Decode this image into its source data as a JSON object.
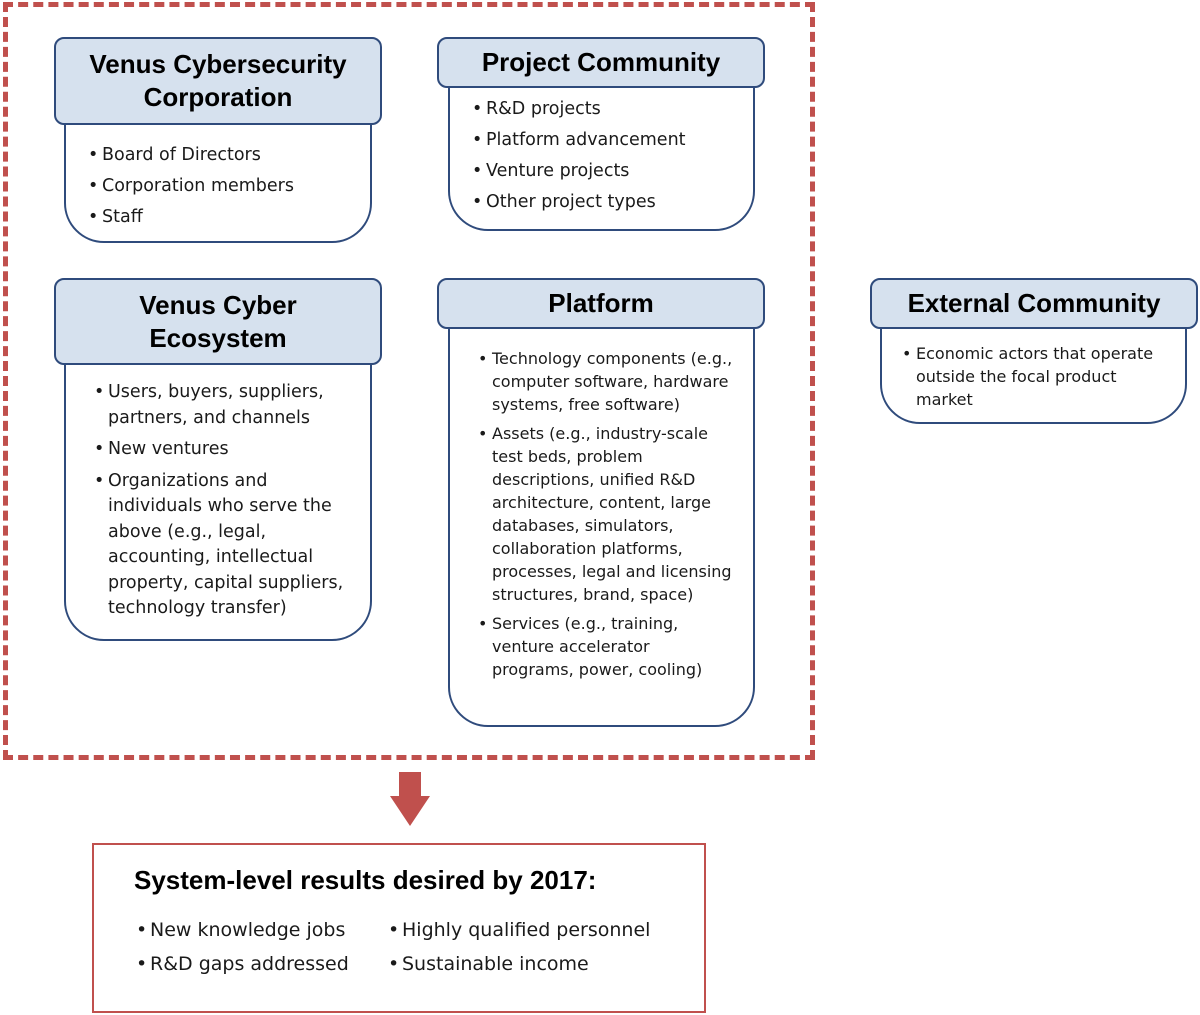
{
  "cards": {
    "venus_corp": {
      "title": "Venus Cybersecurity Corporation",
      "items": [
        "Board of Directors",
        "Corporation members",
        "Staff"
      ]
    },
    "project_community": {
      "title": "Project Community",
      "items": [
        "R&D projects",
        "Platform advancement",
        "Venture projects",
        "Other project types"
      ]
    },
    "ecosystem": {
      "title": "Venus Cyber Ecosystem",
      "items": [
        "Users, buyers, suppliers, partners, and channels",
        "New ventures",
        "Organizations and individuals who serve the above (e.g., legal, accounting, intellectual property, capital suppliers, technology transfer)"
      ]
    },
    "platform": {
      "title": "Platform",
      "items": [
        "Technology components (e.g., computer software, hardware systems, free software)",
        "Assets (e.g., industry-scale test beds, problem descriptions, unified R&D architecture, content,  large databases, simulators, collaboration platforms, processes, legal and licensing structures, brand, space)",
        "Services (e.g., training, venture accelerator programs, power, cooling)"
      ]
    },
    "external": {
      "title": "External Community",
      "items": [
        "Economic actors that operate outside the focal product market"
      ]
    }
  },
  "results": {
    "title": "System-level results desired by 2017:",
    "left": [
      "New knowledge jobs",
      "R&D gaps addressed"
    ],
    "right": [
      "Highly qualified personnel",
      "Sustainable income"
    ]
  },
  "colors": {
    "frame": "#c0504d",
    "header_fill": "#d6e1ee",
    "border": "#2f4b7c"
  }
}
